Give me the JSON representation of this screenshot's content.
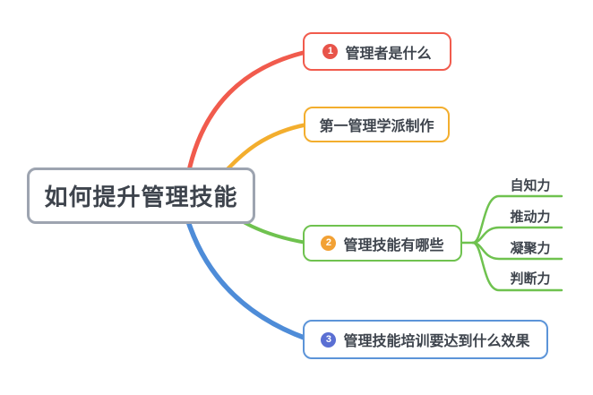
{
  "center": {
    "label": "如何提升管理技能"
  },
  "branches": [
    {
      "badge": "1",
      "label": "管理者是什么"
    },
    {
      "label": "第一管理学派制作"
    },
    {
      "badge": "2",
      "label": "管理技能有哪些"
    },
    {
      "badge": "3",
      "label": "管理技能培训要达到什么效果"
    }
  ],
  "subtopics": [
    {
      "label": "自知力"
    },
    {
      "label": "推动力"
    },
    {
      "label": "凝聚力"
    },
    {
      "label": "判断力"
    }
  ],
  "colors": {
    "text": "#3e444d",
    "center_border": "#9da4b0",
    "red": "#f15b4d",
    "yellow": "#f3ae2e",
    "green": "#6fc24f",
    "blue_line": "#4e8cd8",
    "blue_border": "#5c94d8",
    "badge1": "#e8544a",
    "badge2": "#f2a134",
    "badge3": "#5a6fd3"
  }
}
